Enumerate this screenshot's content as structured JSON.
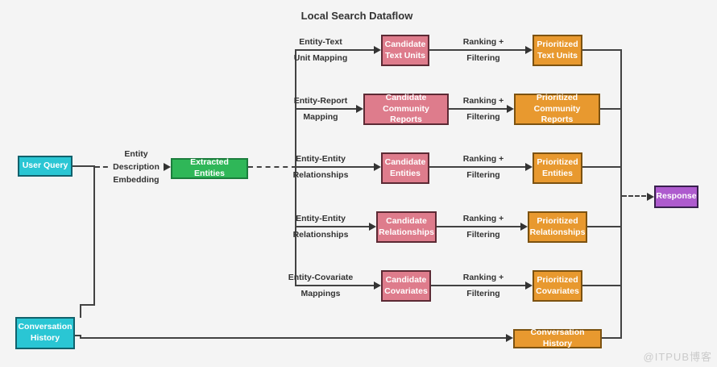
{
  "title": "Local Search Dataflow",
  "watermark": "@ITPUB博客",
  "colors": {
    "background": "#f4f4f4",
    "edge": "#424242",
    "input_cyan": "#2AC6D4",
    "extracted_green": "#2FB758",
    "candidate_pink": "#DE7C8C",
    "prioritized_orange": "#E8992F",
    "response_purple": "#AE5BCE",
    "node_text": "#ffffff",
    "label_text": "#333333",
    "watermark_gray": "#cbcbcb"
  },
  "nodes": {
    "user_query": "User Query",
    "conversation_history_input": "Conversation\nHistory",
    "extracted_entities": "Extracted Entities",
    "response": "Response",
    "conversation_history_output": "Conversation History"
  },
  "edge_labels": {
    "embedding": "Entity\nDescription\nEmbedding"
  },
  "rows": [
    {
      "mapping": "Entity-Text\nUnit Mapping",
      "candidate": "Candidate\nText Units",
      "ranking": "Ranking +\nFiltering",
      "prioritized": "Prioritized\nText Units"
    },
    {
      "mapping": "Entity-Report\nMapping",
      "candidate": "Candidate\nCommunity Reports",
      "ranking": "Ranking +\nFiltering",
      "prioritized": "Prioritized\nCommunity Reports"
    },
    {
      "mapping": "Entity-Entity\nRelationships",
      "candidate": "Candidate\nEntities",
      "ranking": "Ranking +\nFiltering",
      "prioritized": "Prioritized\nEntities"
    },
    {
      "mapping": "Entity-Entity\nRelationships",
      "candidate": "Candidate\nRelationships",
      "ranking": "Ranking +\nFiltering",
      "prioritized": "Prioritized\nRelationships"
    },
    {
      "mapping": "Entity-Covariate\nMappings",
      "candidate": "Candidate\nCovariates",
      "ranking": "Ranking +\nFiltering",
      "prioritized": "Prioritized\nCovariates"
    }
  ]
}
